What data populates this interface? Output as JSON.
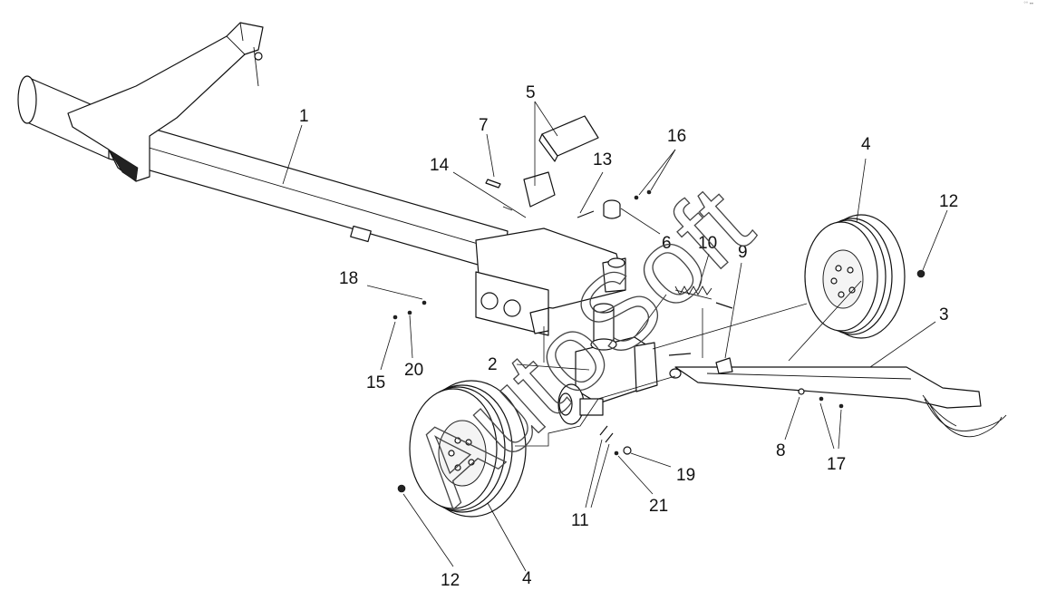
{
  "watermark": "AutoSoft",
  "corner_mark": "°° ••",
  "callouts": {
    "c1": "1",
    "c2": "2",
    "c3": "3",
    "c4a": "4",
    "c4b": "4",
    "c5": "5",
    "c6": "6",
    "c7": "7",
    "c8": "8",
    "c9": "9",
    "c10": "10",
    "c11": "11",
    "c12a": "12",
    "c12b": "12",
    "c13": "13",
    "c14": "14",
    "c15": "15",
    "c16": "16",
    "c17": "17",
    "c18": "18",
    "c19": "19",
    "c20": "20",
    "c21": "21"
  }
}
